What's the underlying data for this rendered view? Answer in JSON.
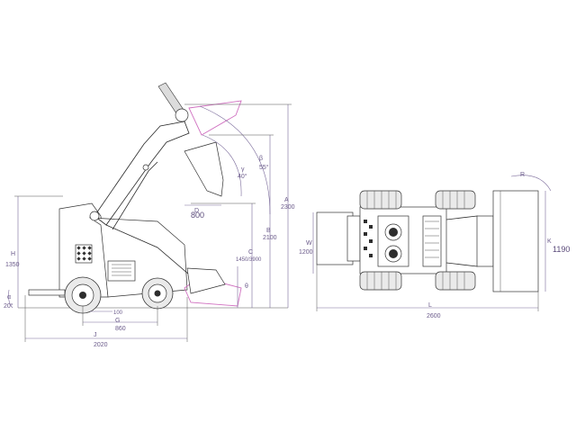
{
  "side_view": {
    "labels": {
      "A": "A",
      "B": "B",
      "C": "C",
      "D": "D",
      "G": "G",
      "H": "H",
      "J": "J",
      "alpha": "α",
      "beta": "β",
      "gamma": "γ",
      "theta": "θ"
    },
    "values": {
      "A": "2300",
      "B": "2100",
      "C": "1450/3900",
      "D": "800",
      "G": "860",
      "H": "1350",
      "J": "2020",
      "ground": "100",
      "alpha": "20°",
      "beta": "55°",
      "gamma": "40°"
    }
  },
  "top_view": {
    "labels": {
      "W": "W",
      "L": "L",
      "K": "K",
      "R": "R"
    },
    "values": {
      "W": "1200",
      "L": "2600",
      "K": "1190"
    }
  }
}
